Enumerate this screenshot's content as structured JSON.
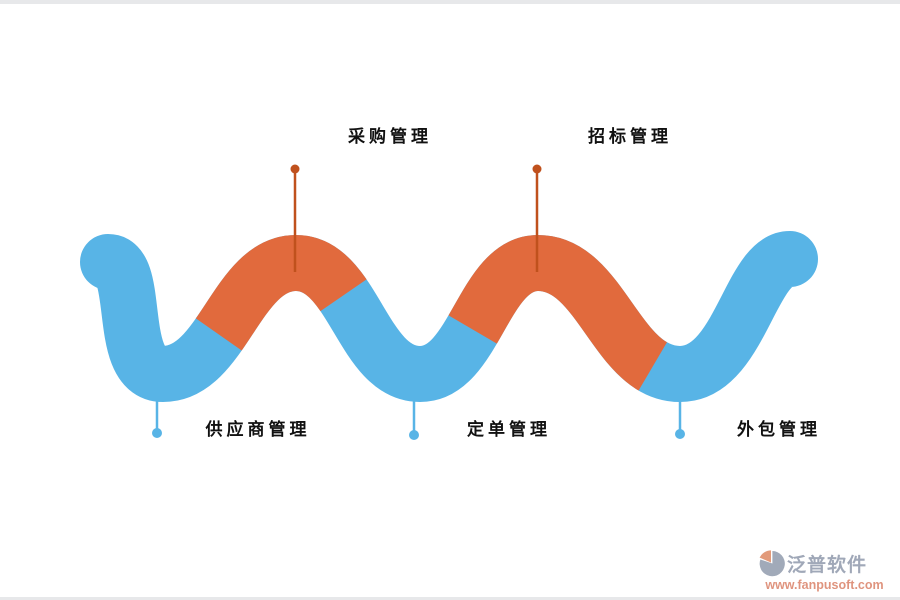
{
  "colors": {
    "wave_blue": "#58b4e6",
    "wave_orange": "#e16a3d",
    "marker_orange": "#c0511d",
    "border_gray": "#e7e8ea",
    "brand_gray": "#98a1b2",
    "url_orange": "#dd8b74",
    "icon_orange": "#e0926f",
    "icon_gray": "#9aa3b4"
  },
  "diagram": {
    "type": "snake-process-flow",
    "top_labels": [
      {
        "label": "采购管理"
      },
      {
        "label": "招标管理"
      }
    ],
    "bottom_labels": [
      {
        "label": "供应商管理"
      },
      {
        "label": "定单管理"
      },
      {
        "label": "外包管理"
      }
    ]
  },
  "watermark": {
    "brand": "泛普软件",
    "url": "www.fanpusoft.com"
  }
}
